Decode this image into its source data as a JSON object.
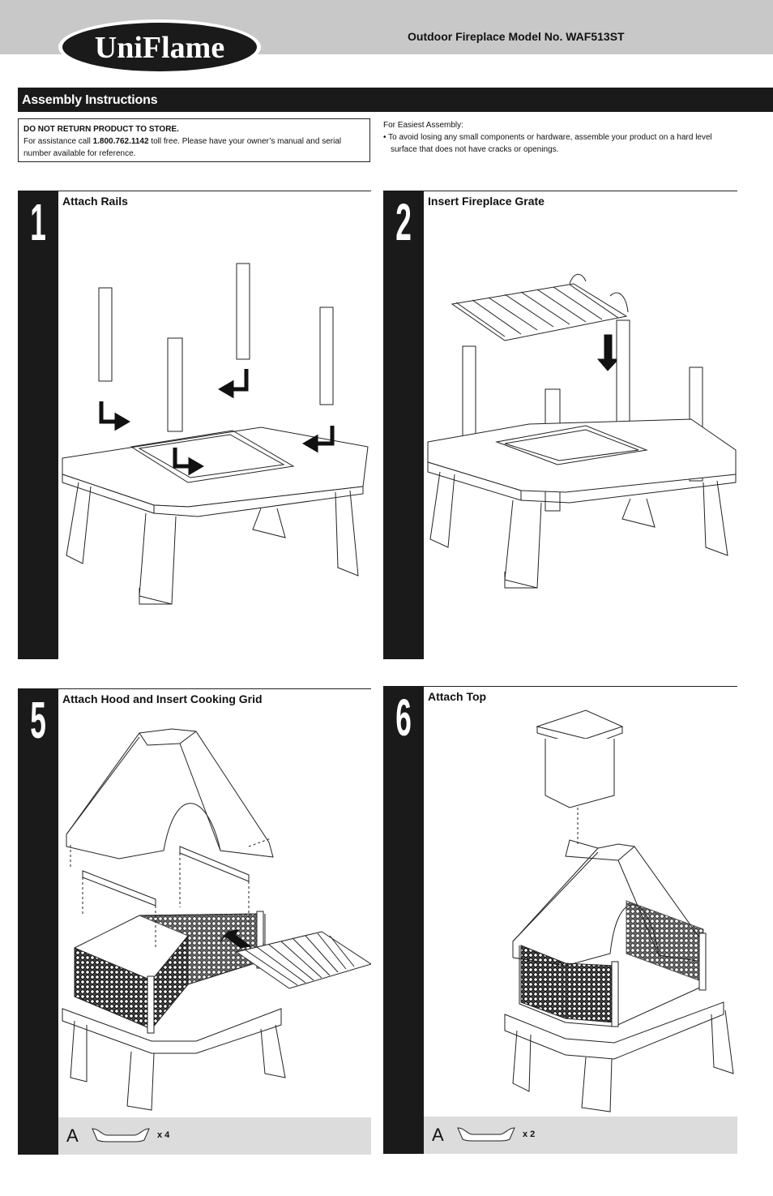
{
  "header": {
    "brand": "UniFlame",
    "model": "Outdoor Fireplace Model No. WAF513ST",
    "section_title": "Assembly Instructions"
  },
  "notice": {
    "heading": "DO NOT RETURN PRODUCT TO STORE.",
    "line_prefix": "For assistance call ",
    "phone": "1.800.762.1142",
    "line_suffix": " toll free. Please have your owner’s manual and serial number available for reference."
  },
  "tips": {
    "heading": "For Easiest Assembly:",
    "bullet": "• To avoid losing any small components or hardware, assemble your product on a hard level surface that does not have cracks or openings."
  },
  "steps": [
    {
      "number": "1",
      "title": "Attach Rails"
    },
    {
      "number": "2",
      "title": "Insert Fireplace Grate"
    },
    {
      "number": "5",
      "title": "Attach Hood and Insert Cooking Grid",
      "hardware_letter": "A",
      "hardware_qty": "x 4"
    },
    {
      "number": "6",
      "title": "Attach Top",
      "hardware_letter": "A",
      "hardware_qty": "x 2"
    }
  ],
  "colors": {
    "band": "#1a1a1a",
    "topbar": "#c8c8c8",
    "hardware_bar": "#dcdcdc"
  }
}
